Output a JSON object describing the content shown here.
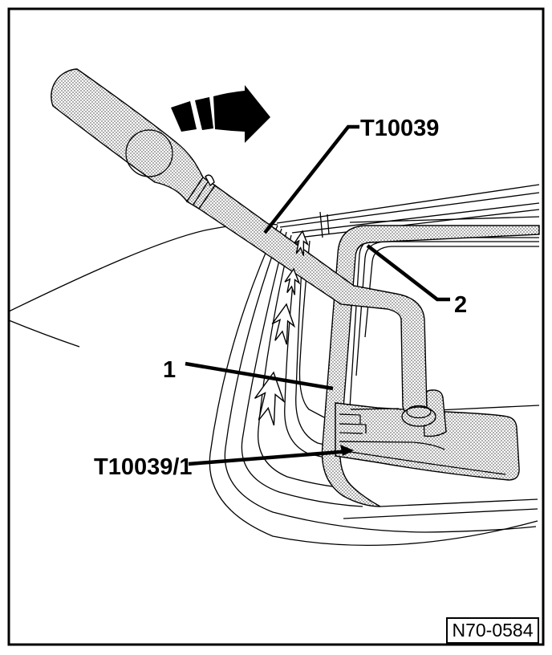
{
  "figure": {
    "kind": "workshop-manual-technical-illustration",
    "figure_number": "N70-0584",
    "callouts": [
      {
        "id": "tool-lever",
        "label": "T10039"
      },
      {
        "id": "frame-edge",
        "label": "2"
      },
      {
        "id": "moulding",
        "label": "1"
      },
      {
        "id": "wedge-insert",
        "label": "T10039/1"
      }
    ],
    "icons": {
      "rotation_arrow": "curved-arrow-right-icon",
      "direction_chevrons": "up-chevron-marks"
    },
    "colors": {
      "ink": "#000000",
      "paper": "#ffffff"
    }
  }
}
